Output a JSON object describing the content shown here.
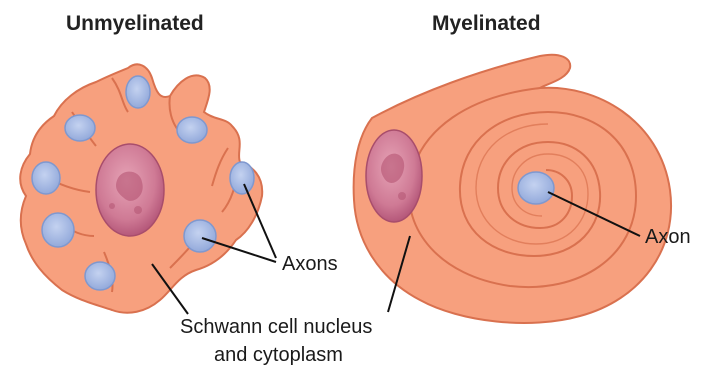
{
  "titles": {
    "left": "Unmyelinated",
    "right": "Myelinated"
  },
  "labels": {
    "axons": "Axons",
    "axon": "Axon",
    "schwann_line1": "Schwann cell nucleus",
    "schwann_line2": "and cytoplasm"
  },
  "colors": {
    "cytoplasm_fill": "#f7a07e",
    "cytoplasm_stroke": "#d9714f",
    "nucleus_fill": "#c96b86",
    "nucleus_inner": "#b04f6d",
    "axon_fill": "#9fb4e0",
    "axon_stroke": "#7f98cf",
    "leader_line": "#111111"
  }
}
